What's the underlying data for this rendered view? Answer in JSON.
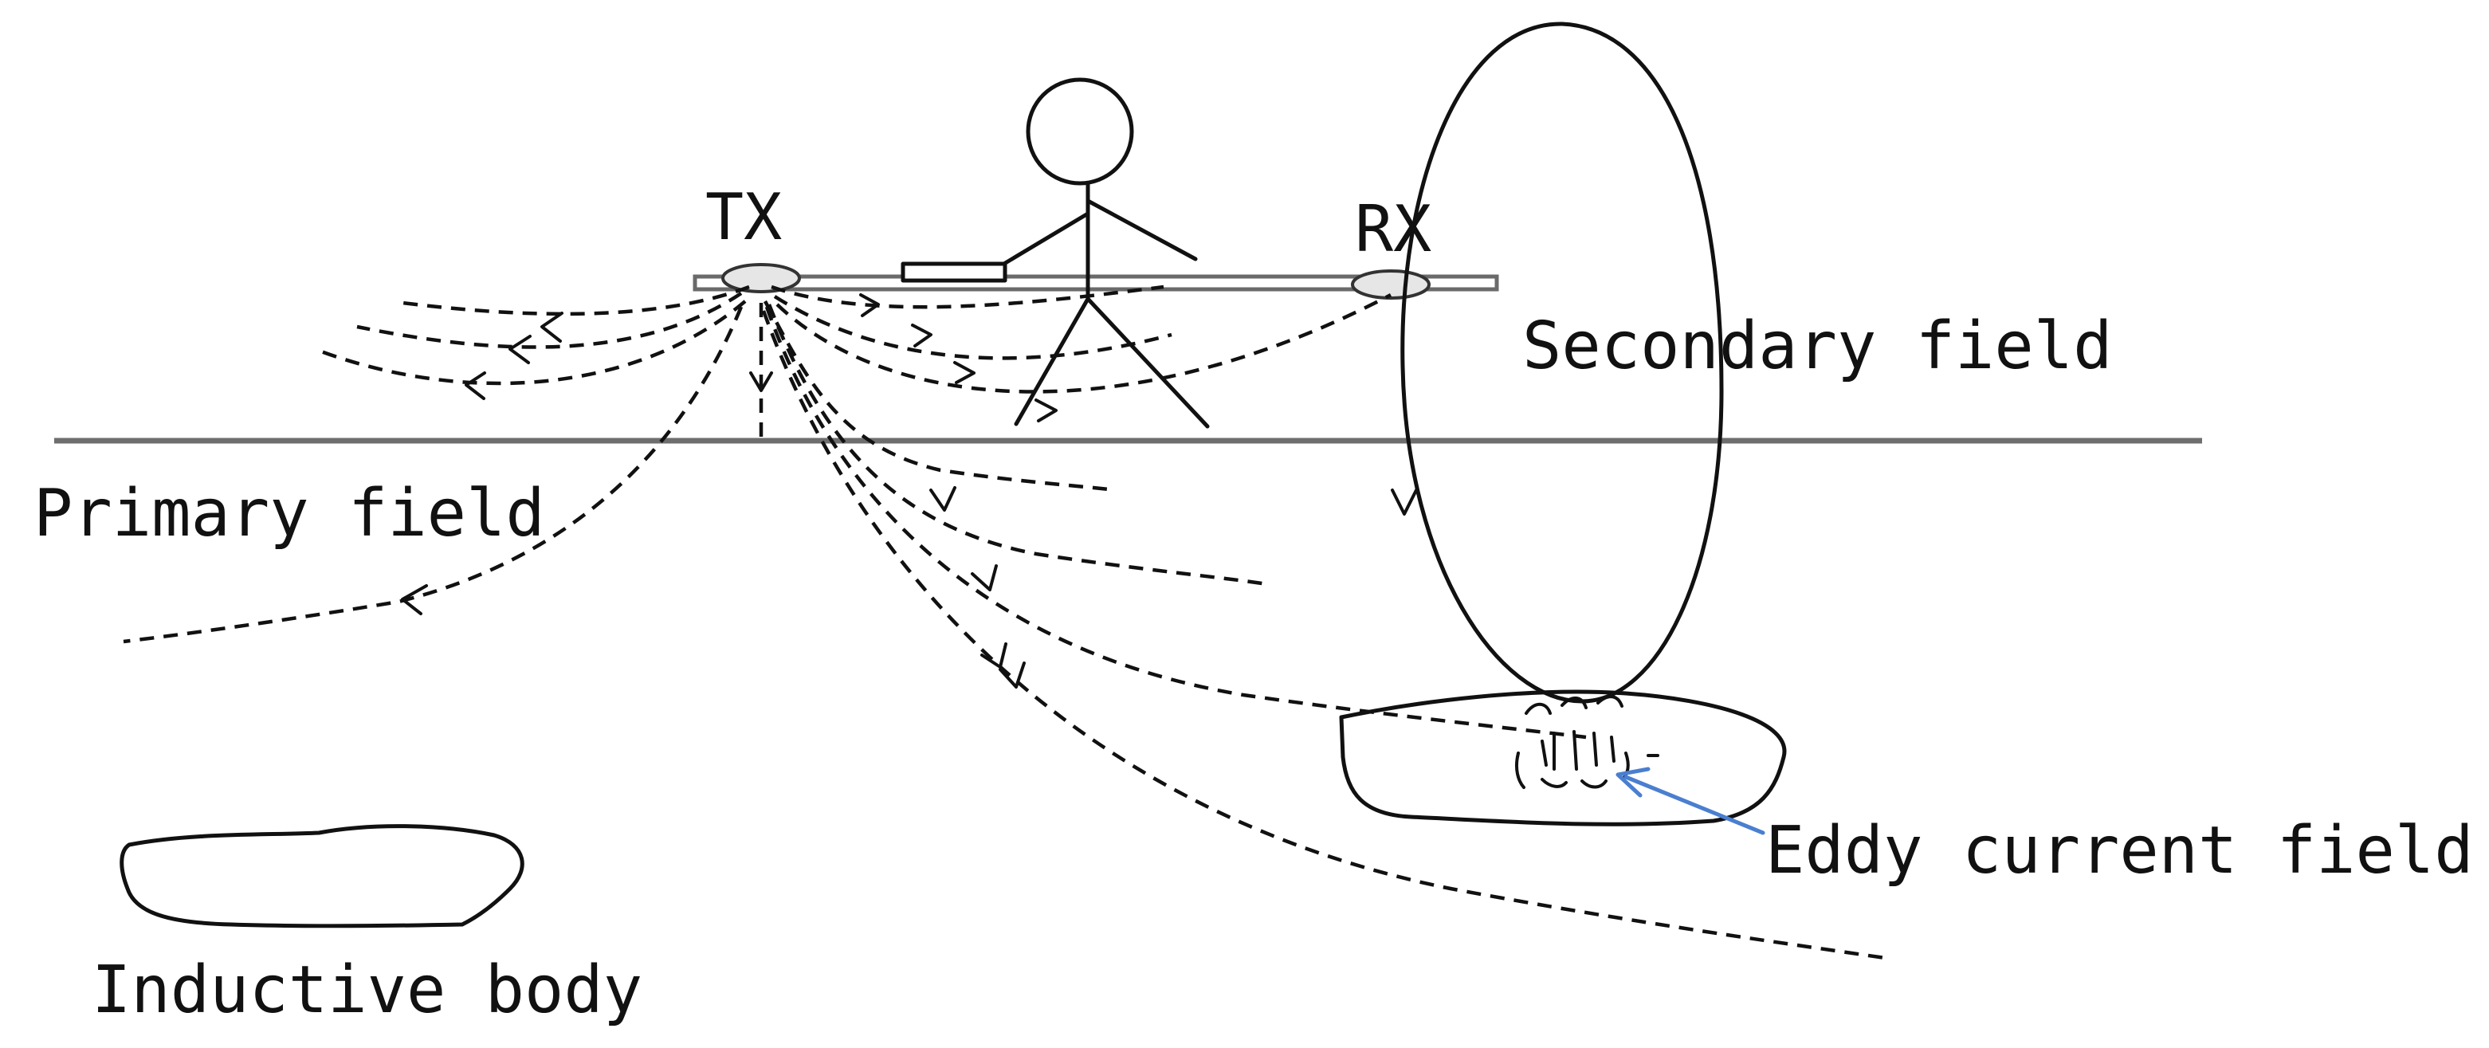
{
  "labels": {
    "tx": "TX",
    "rx": "RX",
    "secondary_field": "Secondary field",
    "primary_field": "Primary field",
    "eddy_current_field": "Eddy current field",
    "inductive_body": "Inductive body"
  },
  "colors": {
    "lines": "#111111",
    "ground": "#6e6e6e",
    "coil_fill": "#e6e6e6",
    "pointer_arrow": "#4a7fd0"
  }
}
